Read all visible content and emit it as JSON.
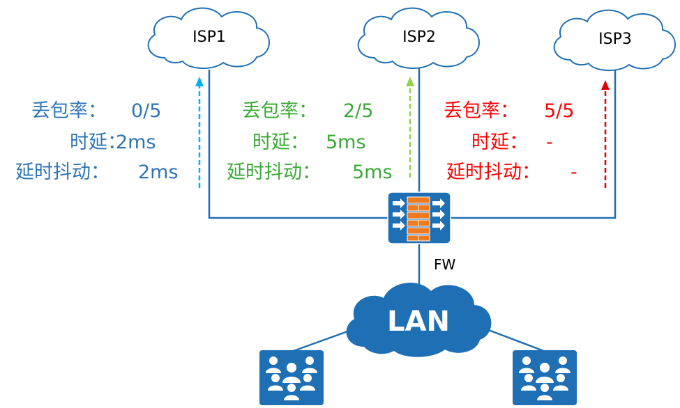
{
  "isps": [
    {
      "name": "ISP1",
      "loss_label": "丢包率：",
      "loss_value": "0/5",
      "delay_label": "时延：",
      "delay_value": "2ms",
      "jitter_label": "延时抖动：",
      "jitter_value": "2ms",
      "color": "#2e75b6",
      "arrow_color": "#00b0f0"
    },
    {
      "name": "ISP2",
      "loss_label": "丢包率：",
      "loss_value": "2/5",
      "delay_label": "时延：",
      "delay_value": "5ms",
      "jitter_label": "延时抖动：",
      "jitter_value": "5ms",
      "color": "#3aa935",
      "arrow_color": "#92d050"
    },
    {
      "name": "ISP3",
      "loss_label": "丢包率：",
      "loss_value": "5/5",
      "delay_label": "时延：",
      "delay_value": "-",
      "jitter_label": "延时抖动：",
      "jitter_value": "-",
      "color": "#ff0000",
      "arrow_color": "#e00000"
    }
  ],
  "firewall": {
    "label": "FW"
  },
  "lan": {
    "label": "LAN"
  },
  "colors": {
    "line": "#1f6fb4",
    "cloud_stroke": "#1f6fb4",
    "lan_fill": "#1f6fb4",
    "fw_fill": "#1f6fb4",
    "fw_brick": "#f07b1f",
    "host_fill": "#1f6fb4"
  }
}
